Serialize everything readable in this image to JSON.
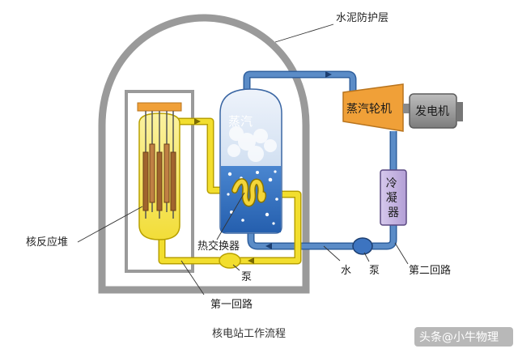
{
  "labels": {
    "concrete_shield": "水泥防护层",
    "steam": "蒸汽",
    "turbine": "蒸汽轮机",
    "generator": "发电机",
    "condenser": "冷凝器",
    "reactor": "核反应堆",
    "heat_exchanger": "热交换器",
    "pump_primary": "泵",
    "water": "水",
    "pump_secondary": "泵",
    "secondary_loop": "第二回路",
    "primary_loop": "第一回路"
  },
  "caption": "核电站工作流程",
  "watermark": "头条@小牛物理",
  "colors": {
    "shield_gray": "#9a9a9a",
    "reactor_yellow": "#f3e24a",
    "primary_pipe_yellow": "#f2de2e",
    "secondary_pipe_blue": "#5b8cc7",
    "water_blue": "#2f6fc0",
    "turbine_orange": "#f0a038",
    "condenser_purple": "#c7b5e0",
    "generator_gray": "#8f8f8f",
    "control_rod_brown": "#a0642e"
  }
}
